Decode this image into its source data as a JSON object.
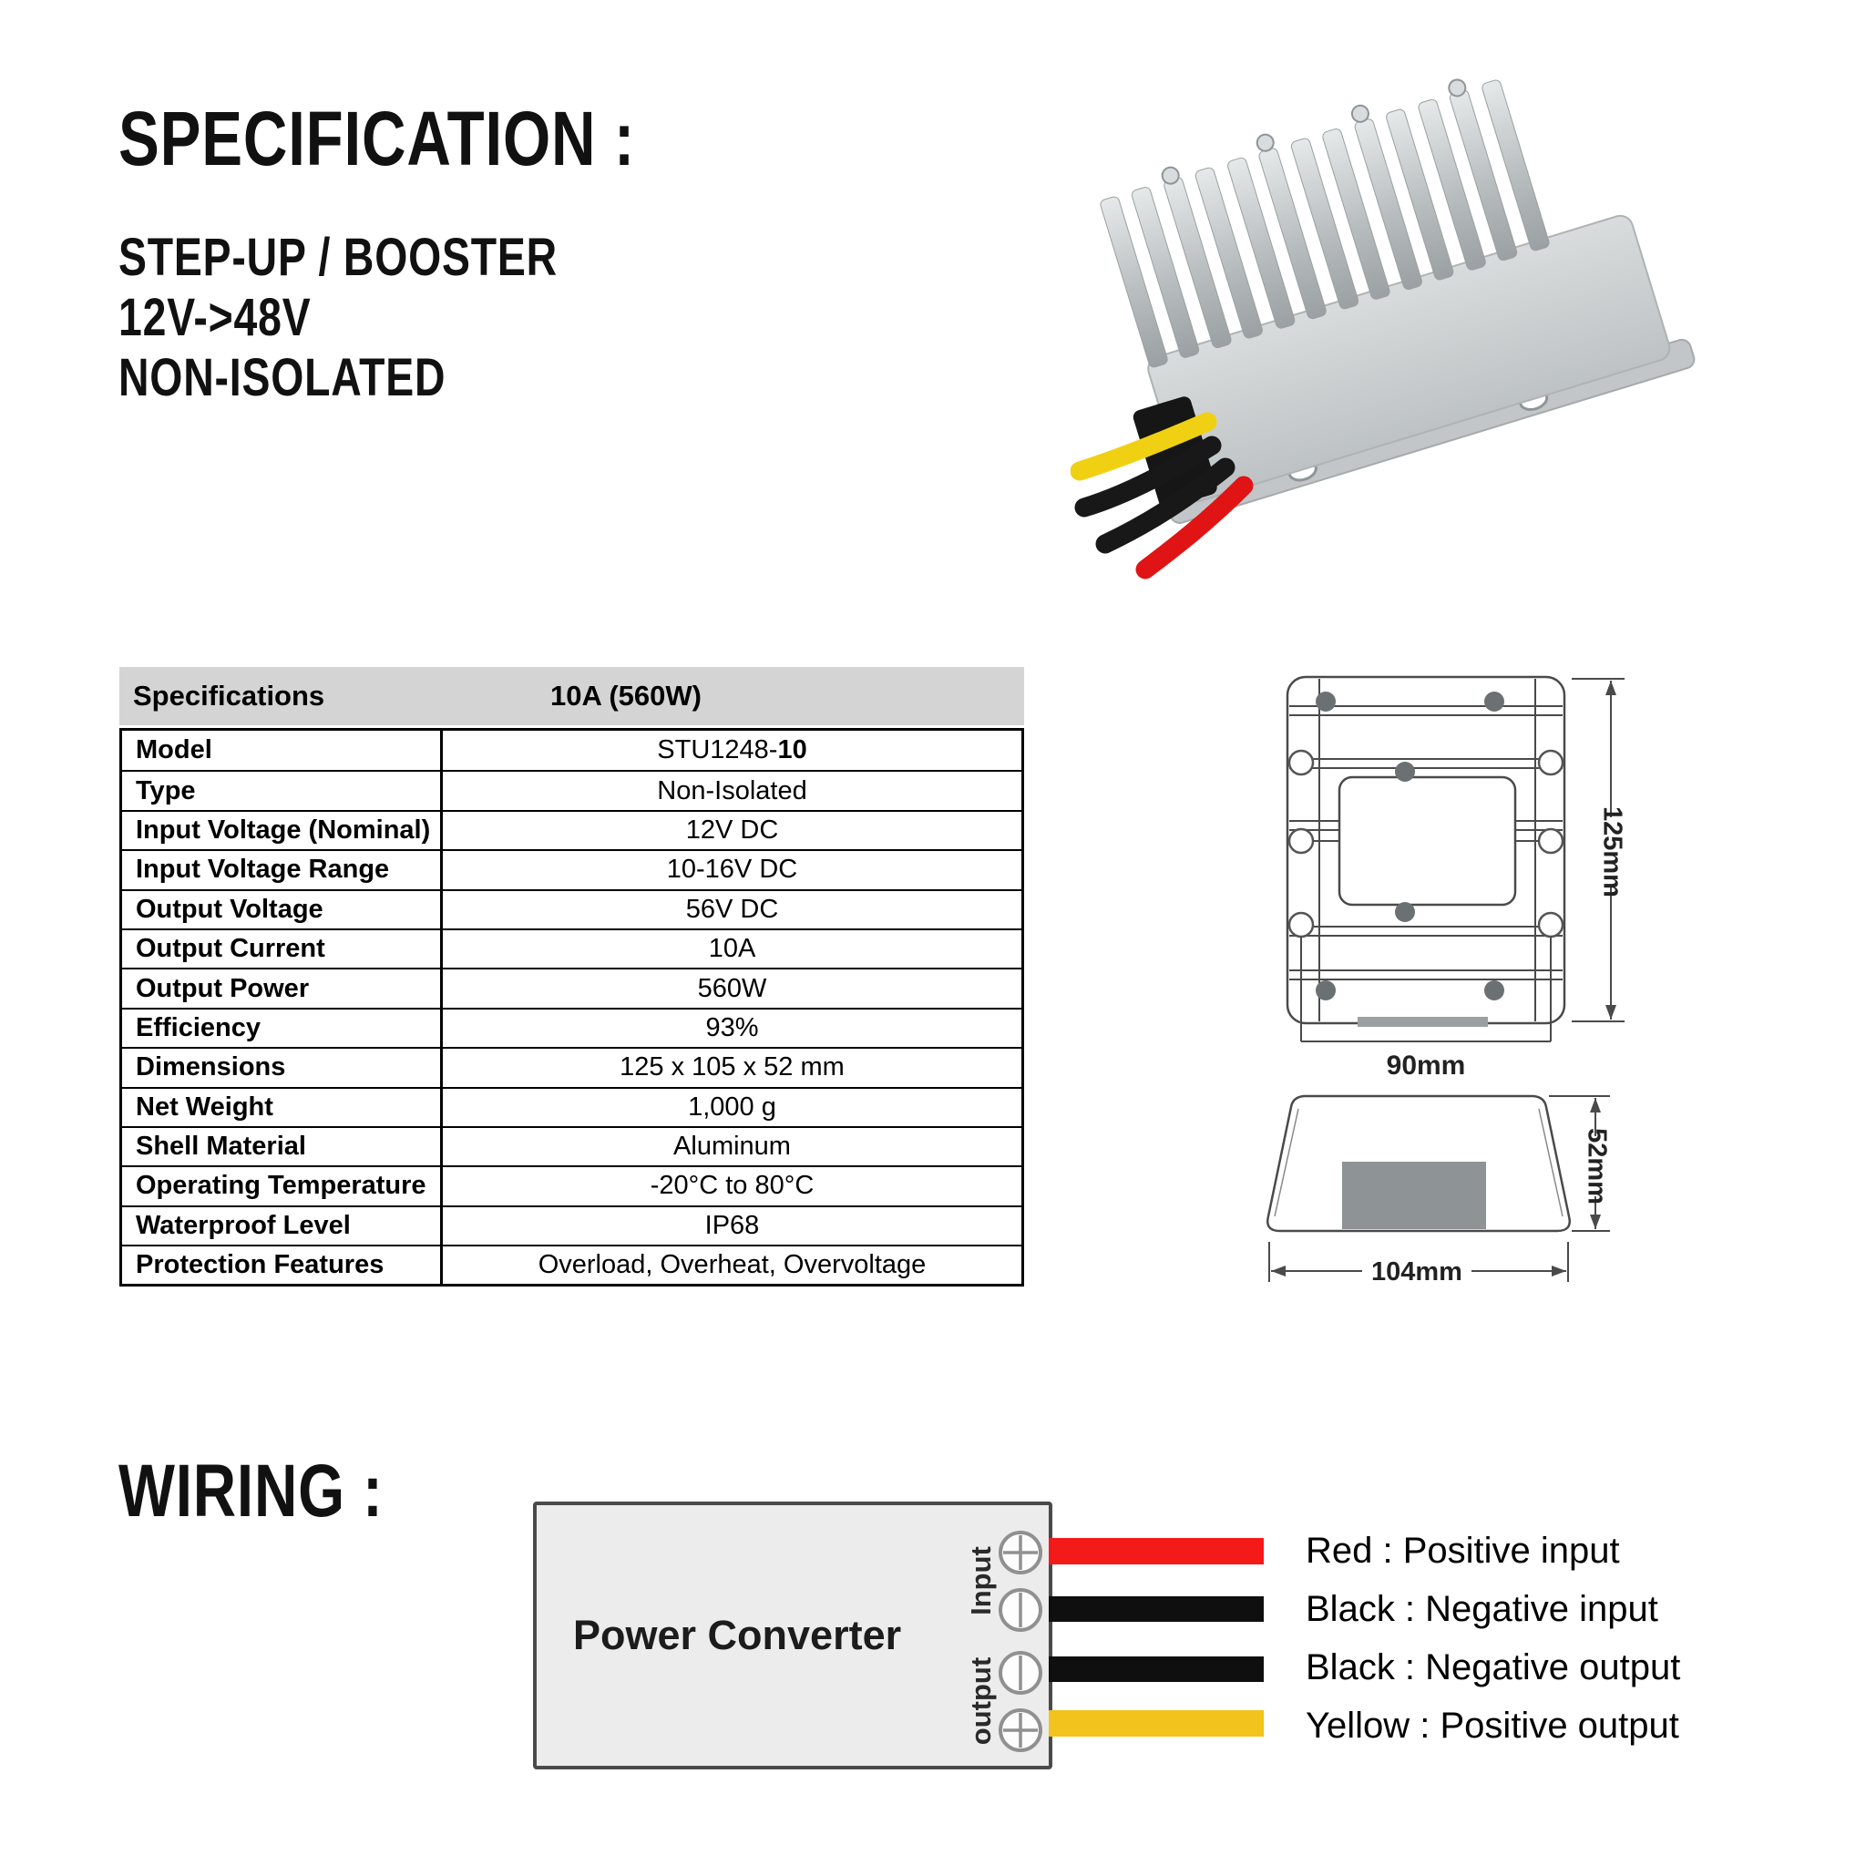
{
  "spec": {
    "heading": "SPECIFICATION :",
    "sub_lines": [
      "STEP-UP / BOOSTER",
      "12V->48V",
      "NON-ISOLATED"
    ]
  },
  "table": {
    "header_bg": "#d4d4d4",
    "header": {
      "label": "Specifications",
      "value": "10A (560W)"
    },
    "rows": [
      {
        "label": "Model",
        "value_main": "STU1248-",
        "value_bold": "10"
      },
      {
        "label": "Type",
        "value": "Non-Isolated"
      },
      {
        "label": "Input Voltage (Nominal)",
        "value": "12V DC"
      },
      {
        "label": "Input Voltage Range",
        "value": "10-16V DC"
      },
      {
        "label": "Output Voltage",
        "value": "56V DC"
      },
      {
        "label": "Output Current",
        "value": "10A"
      },
      {
        "label": "Output Power",
        "value": "560W"
      },
      {
        "label": "Efficiency",
        "value": "93%"
      },
      {
        "label": "Dimensions",
        "value": "125 x 105 x 52 mm"
      },
      {
        "label": "Net Weight",
        "value": "1,000 g"
      },
      {
        "label": "Shell Material",
        "value": "Aluminum"
      },
      {
        "label": "Operating Temperature",
        "value": "-20°C to 80°C"
      },
      {
        "label": "Waterproof Level",
        "value": "IP68"
      },
      {
        "label": "Protection Features",
        "value": "Overload, Overheat, Overvoltage"
      }
    ]
  },
  "drawings": {
    "top_view": {
      "height_label": "125mm",
      "width_label": "90mm"
    },
    "side_view": {
      "height_label": "52mm",
      "width_label": "104mm"
    }
  },
  "wiring": {
    "heading": "WIRING :",
    "device_label": "Power Converter",
    "input_label": "Input",
    "output_label": "output",
    "wires": [
      {
        "name": "red positive input",
        "color": "#f51a1a"
      },
      {
        "name": "black negative input",
        "color": "#0f0f0f"
      },
      {
        "name": "black negative output",
        "color": "#0f0f0f"
      },
      {
        "name": "yellow positive output",
        "color": "#f2c31c"
      }
    ],
    "legend": [
      "Red : Positive input",
      "Black : Negative input",
      "Black : Negative output",
      "Yellow : Positive output"
    ]
  },
  "photo": {
    "wire_colors": {
      "yellow": "#f0d012",
      "black": "#181818",
      "red": "#e01414"
    }
  }
}
